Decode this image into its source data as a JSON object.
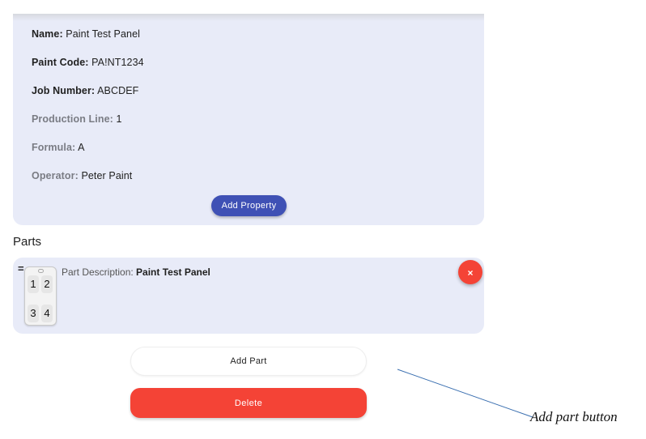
{
  "properties": [
    {
      "key": "Name:",
      "value": "Paint Test Panel",
      "dim": false
    },
    {
      "key": "Paint Code:",
      "value": "PA!NT1234",
      "dim": false
    },
    {
      "key": "Job Number:",
      "value": "ABCDEF",
      "dim": false
    },
    {
      "key": "Production Line:",
      "value": "1",
      "dim": true
    },
    {
      "key": "Formula:",
      "value": "A",
      "dim": true
    },
    {
      "key": "Operator:",
      "value": "Peter Paint",
      "dim": true
    }
  ],
  "add_property_label": "Add Property",
  "parts_title": "Parts",
  "part": {
    "drag_glyph": "=",
    "thumbnail_cells": [
      "1",
      "2",
      "3",
      "4"
    ],
    "description_label": "Part Description:",
    "description_value": "Paint Test Panel",
    "remove_glyph": "×"
  },
  "add_part_label": "Add Part",
  "delete_label": "Delete",
  "annotation": "Add part button",
  "colors": {
    "card_bg": "#e8ebf8",
    "primary": "#3f51b5",
    "danger": "#f44336"
  }
}
